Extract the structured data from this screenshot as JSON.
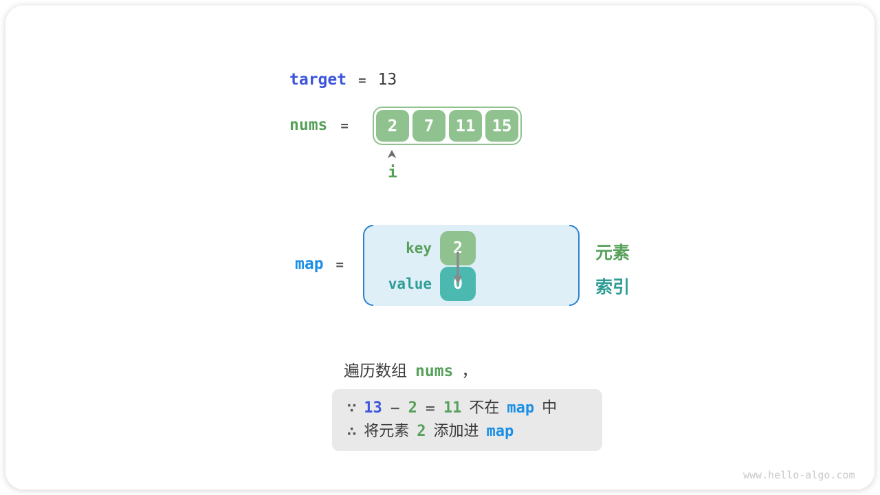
{
  "colors": {
    "royal_blue": "#3D55DB",
    "bright_blue": "#1B8FE5",
    "green_text": "#57A05A",
    "teal_text": "#2F9D95",
    "green_fill": "#8FC28F",
    "teal_fill": "#4CB9B0",
    "map_fill": "#DEEFF8",
    "bracket_blue": "#2B83CF",
    "dark_text": "#3A3A3A",
    "mid_gray": "#565656",
    "box_gray": "#E9E9E9",
    "arrow_gray": "#8A8A8A",
    "watermark_gray": "#C9C9C9"
  },
  "target": {
    "label": "target",
    "equals": "=",
    "value": "13"
  },
  "nums": {
    "label": "nums",
    "equals": "=",
    "values": [
      "2",
      "7",
      "11",
      "15"
    ],
    "pointer_label": "i"
  },
  "map": {
    "label": "map",
    "equals": "=",
    "key_label": "key",
    "value_label": "value",
    "key_value": "2",
    "value_value": "0",
    "element_label": "元素",
    "index_label": "索引"
  },
  "step": {
    "prefix": "遍历数组",
    "code": "nums",
    "suffix": "，"
  },
  "reasoning": {
    "line1": {
      "because": "∵",
      "target": "13",
      "minus": "−",
      "num": "2",
      "equals": "=",
      "result": "11",
      "text_not_in": "不在",
      "map": "map",
      "text_in": "中"
    },
    "line2": {
      "therefore": "∴",
      "text_add_prefix": "将元素",
      "num": "2",
      "text_add_suffix": "添加进",
      "map": "map"
    }
  },
  "watermark": "www.hello-algo.com"
}
